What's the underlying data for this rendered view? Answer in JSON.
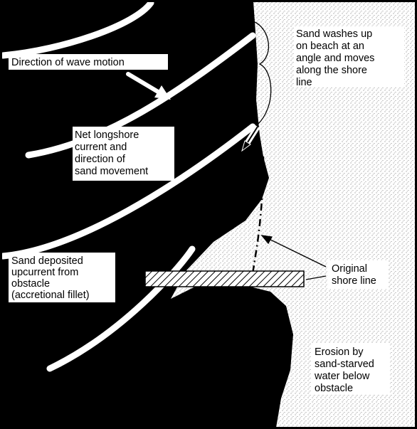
{
  "labels": {
    "sand_washes": [
      "Sand washes up",
      "on beach at an",
      "angle and moves",
      "along the shore",
      "line"
    ],
    "wave_motion": [
      "Direction of wave motion"
    ],
    "longshore": [
      "Net longshore",
      "current and",
      "direction of",
      "sand movement"
    ],
    "deposited": [
      "Sand deposited",
      "upcurrent from",
      "obstacle",
      "(accretional fillet)"
    ],
    "original_shore": [
      "Original",
      "shore line"
    ],
    "erosion": [
      "Erosion by",
      "sand-starved",
      "water below",
      "obstacle"
    ]
  },
  "colors": {
    "water": "#000000",
    "sand": "#ffffff",
    "stipple": "#555555",
    "wave": "#ffffff"
  }
}
